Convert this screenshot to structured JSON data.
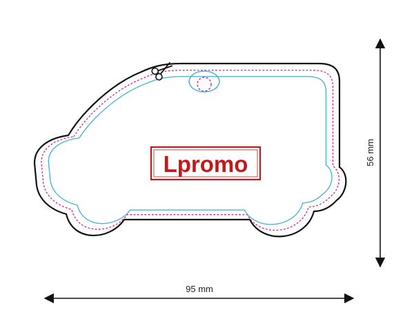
{
  "logo": {
    "text": "Lpromo"
  },
  "dimensions": {
    "width_label": "95 mm",
    "height_label": "56 mm"
  },
  "colors": {
    "outer_outline": "#111111",
    "cut_line": "#d0268f",
    "bleed_line": "#4fb6d6",
    "logo_red": "#c21a1a",
    "dimension_line": "#111111"
  },
  "icons": {
    "cut_marker": "scissors-icon"
  }
}
